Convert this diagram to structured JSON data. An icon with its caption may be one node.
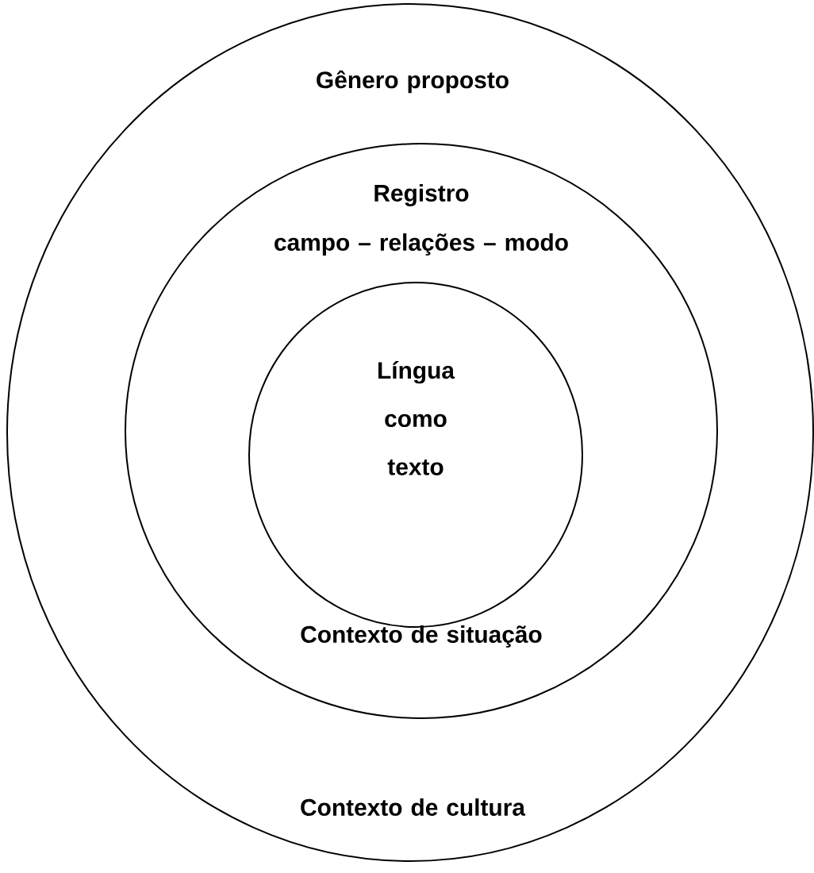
{
  "diagram": {
    "nodes": [
      {
        "text": [
          "Gênero proposto",
          "Contexto de cultura"
        ]
      },
      {
        "text": [
          "Registro",
          "campo – relações – modo",
          "Contexto de situação"
        ],
        "in": 0
      },
      {
        "text": [
          "Língua como texto"
        ],
        "in": 1
      }
    ]
  }
}
